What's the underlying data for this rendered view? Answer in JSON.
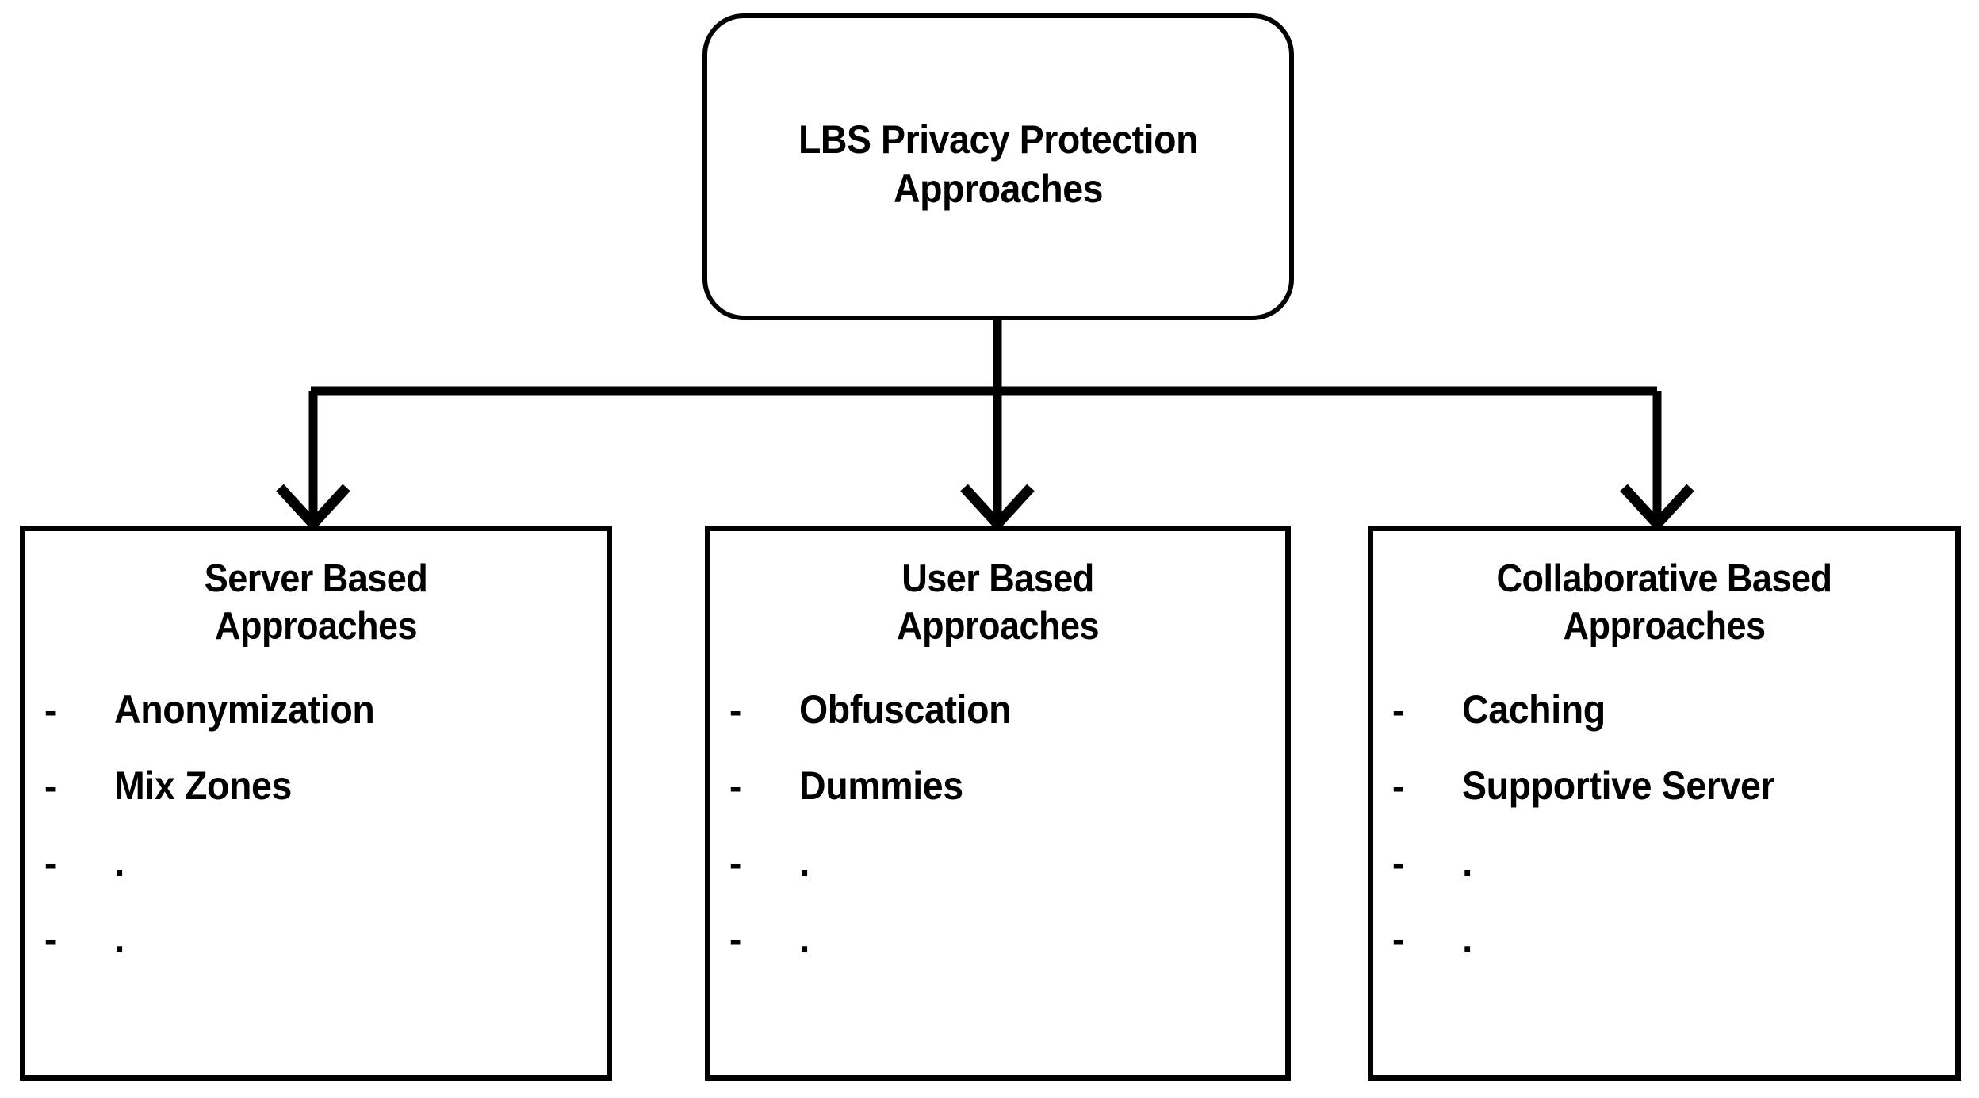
{
  "diagram": {
    "title": "LBS Privacy Protection Approaches",
    "type": "tree-hierarchy",
    "orientation": "top-down",
    "colors": {
      "background": "#ffffff",
      "stroke": "#000000",
      "text": "#000000"
    },
    "root": {
      "label": "LBS Privacy Protection\nApproaches",
      "shape": "rounded-rectangle"
    },
    "connector": {
      "style": "orthogonal-bus",
      "arrowhead": "open-chevron",
      "branch_count": 3
    },
    "children": [
      {
        "id": "server-based",
        "title": "Server Based\nApproaches",
        "shape": "rectangle",
        "items": [
          {
            "marker": "-",
            "label": "Anonymization"
          },
          {
            "marker": "-",
            "label": "Mix Zones"
          },
          {
            "marker": "-",
            "label": "."
          },
          {
            "marker": "-",
            "label": "."
          }
        ]
      },
      {
        "id": "user-based",
        "title": "User Based\nApproaches",
        "shape": "rectangle",
        "items": [
          {
            "marker": "-",
            "label": "Obfuscation"
          },
          {
            "marker": "-",
            "label": "Dummies"
          },
          {
            "marker": "-",
            "label": "."
          },
          {
            "marker": "-",
            "label": "."
          }
        ]
      },
      {
        "id": "collaborative-based",
        "title": "Collaborative Based\nApproaches",
        "shape": "rectangle",
        "items": [
          {
            "marker": "-",
            "label": "Caching"
          },
          {
            "marker": "-",
            "label": "Supportive Server"
          },
          {
            "marker": "-",
            "label": "."
          },
          {
            "marker": "-",
            "label": "."
          }
        ]
      }
    ]
  }
}
